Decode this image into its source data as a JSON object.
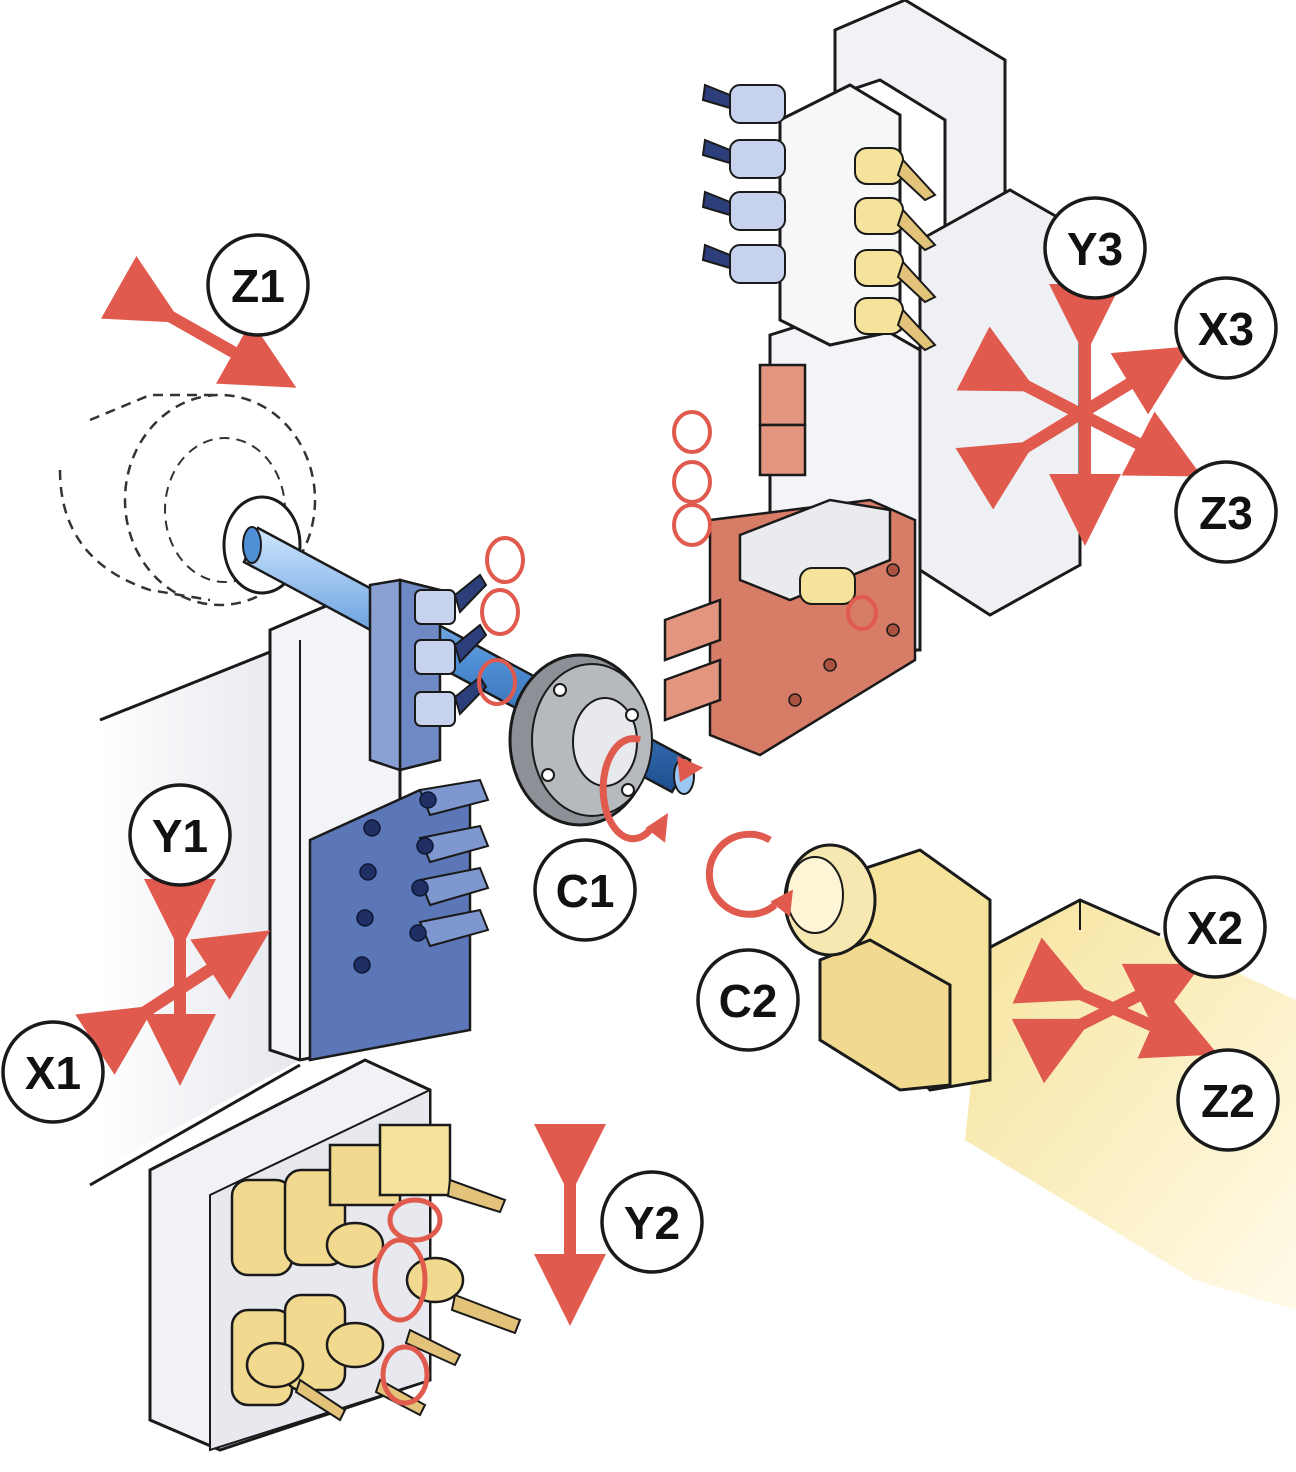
{
  "diagram": {
    "axis_labels": {
      "z1": "Z1",
      "y1": "Y1",
      "x1": "X1",
      "c1": "C1",
      "y2": "Y2",
      "c2": "C2",
      "x2": "X2",
      "z2": "Z2",
      "y3": "Y3",
      "x3": "X3",
      "z3": "Z3"
    },
    "colors": {
      "arrow": "#e05a4e",
      "turret1_tools": "#5b77b8",
      "turret2_tools": "#f1d98f",
      "turret3_holder": "#d77c66",
      "sub_spindle": "#f6e39b",
      "machine_body": "#f1f2f5",
      "outline": "#1a1a1a"
    }
  }
}
